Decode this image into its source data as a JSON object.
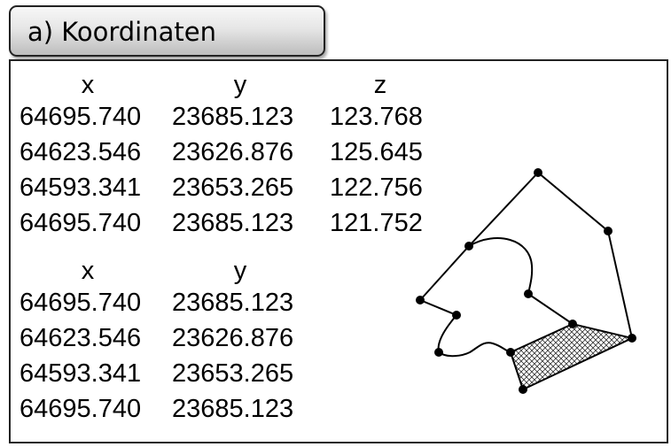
{
  "header": {
    "title": "a) Koordinaten"
  },
  "table1": {
    "headers": [
      "x",
      "y",
      "z"
    ],
    "rows": [
      [
        "64695.740",
        "23685.123",
        "123.768"
      ],
      [
        "64623.546",
        "23626.876",
        "125.645"
      ],
      [
        "64593.341",
        "23653.265",
        "122.756"
      ],
      [
        "64695.740",
        "23685.123",
        "121.752"
      ]
    ]
  },
  "table2": {
    "headers": [
      "x",
      "y"
    ],
    "rows": [
      [
        "64695.740",
        "23685.123"
      ],
      [
        "64623.546",
        "23626.876"
      ],
      [
        "64593.341",
        "23653.265"
      ],
      [
        "64695.740",
        "23685.123"
      ]
    ]
  }
}
